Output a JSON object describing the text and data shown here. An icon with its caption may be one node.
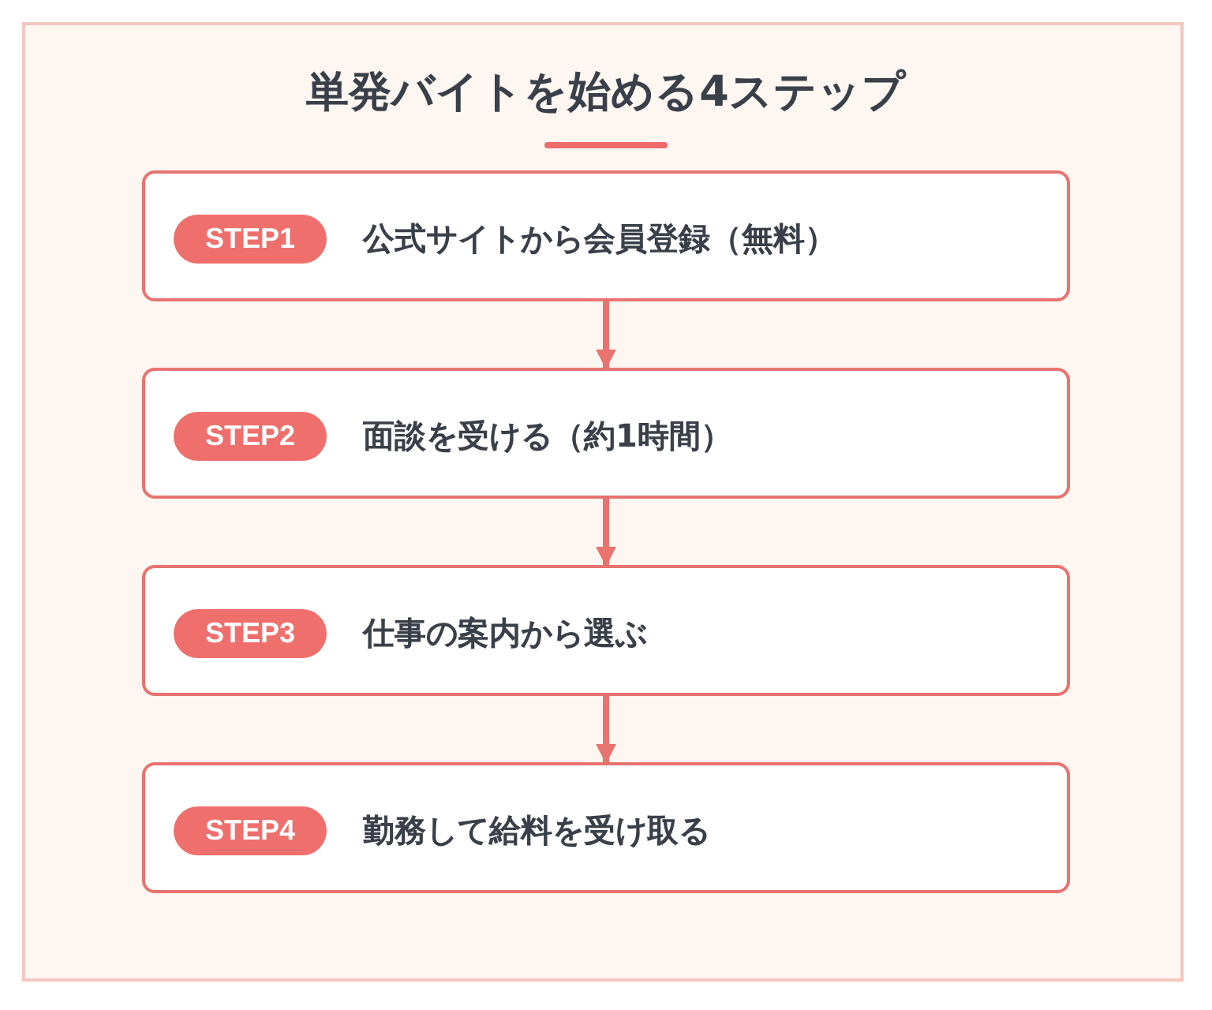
{
  "diagram": {
    "title": "単発バイトを始める4ステップ",
    "nodes": [
      {
        "text": [
          "公式サイトから会員登録（無料）"
        ]
      },
      {
        "text": [
          "STEP1"
        ],
        "in": 0
      },
      {
        "text": [
          "面談を受ける（約1時間）"
        ]
      },
      {
        "text": [
          "STEP2"
        ],
        "in": 2
      },
      {
        "text": [
          "仕事の案内から選ぶ"
        ]
      },
      {
        "text": [
          "STEP3"
        ],
        "in": 4
      },
      {
        "text": [
          "勤務して給料を受け取る"
        ]
      },
      {
        "text": [
          "STEP4"
        ],
        "in": 6
      }
    ],
    "edges": [
      {
        "from": 0,
        "to": 2,
        "arrow": "to"
      },
      {
        "from": 2,
        "to": 4,
        "arrow": "to"
      },
      {
        "from": 4,
        "to": 6,
        "arrow": "to"
      }
    ]
  }
}
